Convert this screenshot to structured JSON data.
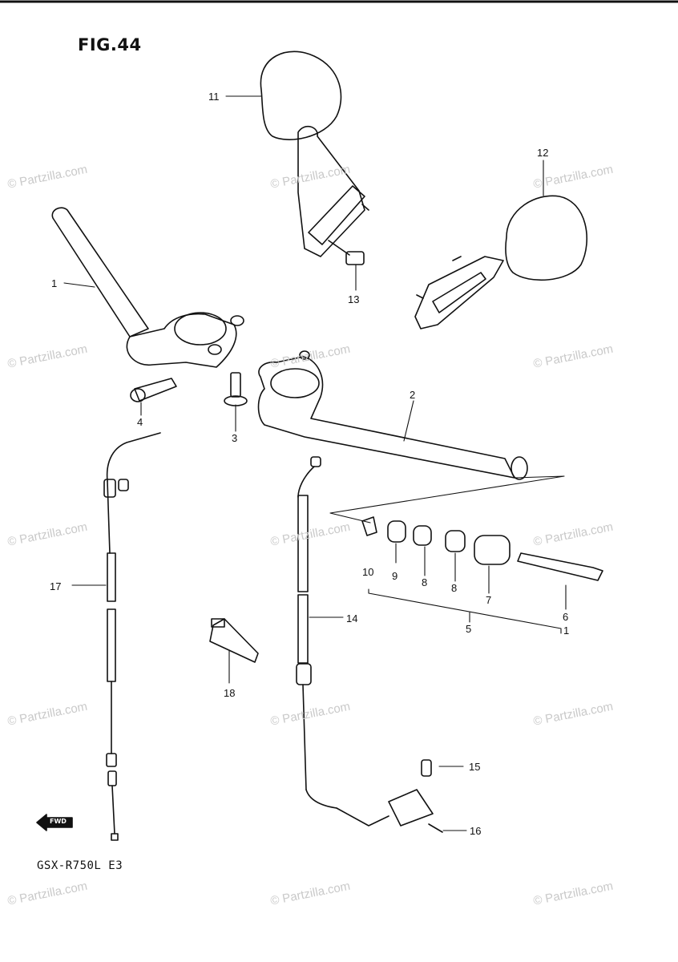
{
  "figure": {
    "title": "FIG.44",
    "model": "GSX-R750L E3",
    "direction_label": "FWD"
  },
  "callouts": [
    "1",
    "2",
    "3",
    "4",
    "5",
    "6",
    "7",
    "8",
    "8",
    "9",
    "10",
    "11",
    "12",
    "13",
    "14",
    "15",
    "16",
    "17",
    "18",
    "1"
  ],
  "watermark": "© Partzilla.com",
  "colors": {
    "ink": "#111111",
    "watermark": "#c9c9c9",
    "background": "#ffffff"
  }
}
